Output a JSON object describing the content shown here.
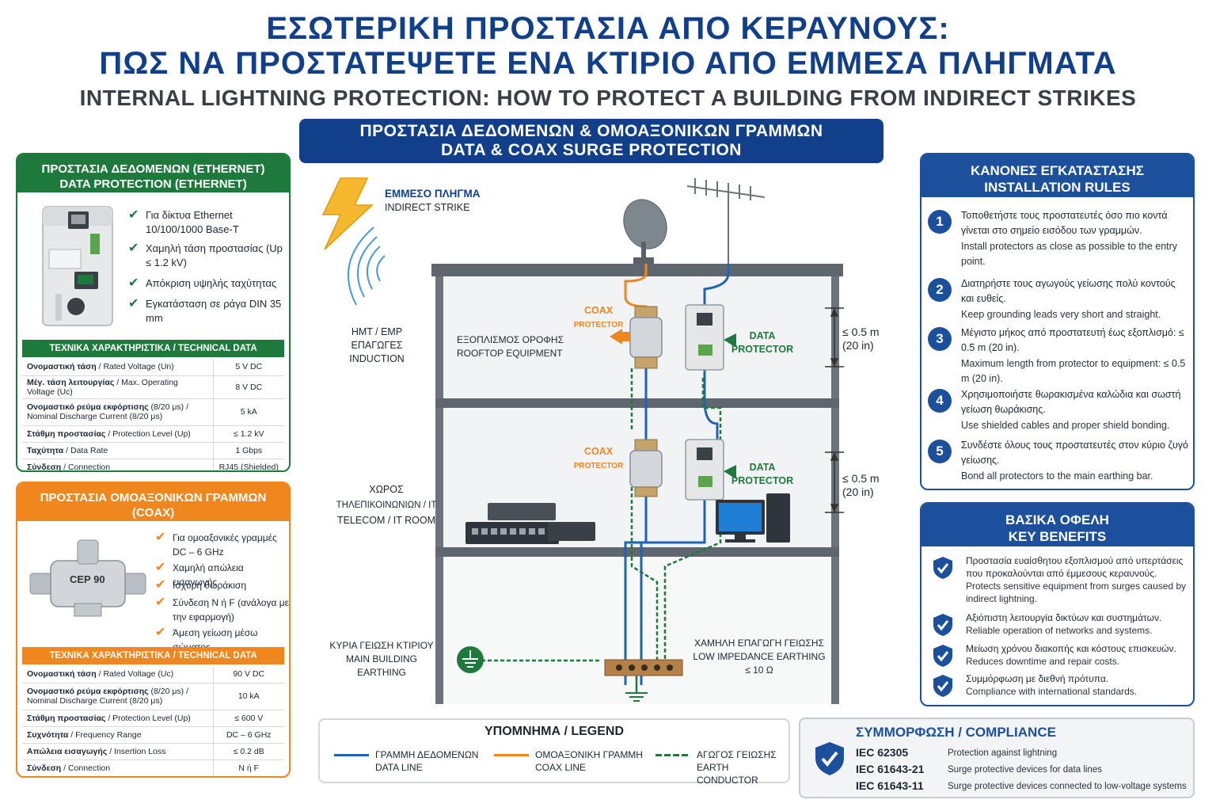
{
  "header": {
    "title_line1": "ΕΣΩΤΕΡΙΚΗ ΠΡΟΣΤΑΣΙΑ ΑΠΟ ΚΕΡΑΥΝΟΥΣ:",
    "title_line2": "ΠΩΣ ΝΑ ΠΡΟΣΤΑΤΕΨΕΤΕ ΕΝΑ ΚΤΙΡΙΟ ΑΠΟ ΕΜΜΕΣΑ ΠΛΗΓΜΑΤΑ",
    "title_en": "INTERNAL LIGHTNING PROTECTION: HOW TO PROTECT A BUILDING FROM INDIRECT STRIKES"
  },
  "banner": {
    "line1": "ΠΡΟΣΤΑΣΙΑ ΔΕΔΟΜΕΝΩΝ & ΟΜΟΑΞΟΝΙΚΩΝ ΓΡΑΜΜΩΝ",
    "line2": "DATA & COAX SURGE PROTECTION"
  },
  "ethernet": {
    "title_gr": "ΠΡΟΣΤΑΣΙΑ ΔΕΔΟΜΕΝΩΝ (ETHERNET)",
    "title_en": "DATA PROTECTION (ETHERNET)",
    "features": [
      "Για δίκτυα Ethernet 10/100/1000 Base-T",
      "Χαμηλή τάση προστασίας (Up ≤ 1.2 kV)",
      "Απόκριση υψηλής ταχύτητας",
      "Εγκατάσταση σε ράγα DIN 35 mm"
    ],
    "spec_title": "ΤΕΧΝΙΚΑ ΧΑΡΑΚΤΗΡΙΣΤΙΚΑ / TECHNICAL DATA",
    "specs": [
      {
        "gr": "Ονομαστική τάση",
        "en": " / Rated Voltage (Un)",
        "value": "5 V DC"
      },
      {
        "gr": "Μέγ. τάση λειτουργίας",
        "en": " / Max. Operating Voltage (Uc)",
        "value": "8 V DC"
      },
      {
        "gr": "Ονομαστικό ρεύμα εκφόρτισης",
        "en": " (8/20 μs) / Nominal Discharge Current (8/20 μs)",
        "value": "5 kA"
      },
      {
        "gr": "Στάθμη προστασίας",
        "en": " / Protection Level (Up)",
        "value": "≤ 1.2 kV"
      },
      {
        "gr": "Ταχύτητα",
        "en": " / Data Rate",
        "value": "1 Gbps"
      },
      {
        "gr": "Σύνδεση",
        "en": " / Connection",
        "value": "RJ45 (Shielded)"
      }
    ]
  },
  "coax": {
    "title_gr": "ΠΡΟΣΤΑΣΙΑ ΟΜΟΑΞΟΝΙΚΩΝ ΓΡΑΜΜΩΝ (COAX)",
    "title_en": "COAX PROTECTION",
    "device_label": "CEP 90",
    "features": [
      "Για ομοαξονικές γραμμές DC – 6 GHz",
      "Χαμηλή απώλεια εισαγωγής",
      "Ισχυρή θωράκιση",
      "Σύνδεση N ή F (ανάλογα με την εφαρμογή)",
      "Άμεση γείωση μέσω σώματος"
    ],
    "spec_title": "ΤΕΧΝΙΚΑ ΧΑΡΑΚΤΗΡΙΣΤΙΚΑ / TECHNICAL DATA",
    "specs": [
      {
        "gr": "Ονομαστική τάση",
        "en": " / Rated Voltage (Uc)",
        "value": "90 V DC"
      },
      {
        "gr": "Ονομαστικό ρεύμα εκφόρτισης",
        "en": " (8/20 μs) / Nominal Discharge Current (8/20 μs)",
        "value": "10 kA"
      },
      {
        "gr": "Στάθμη προστασίας",
        "en": " / Protection Level (Up)",
        "value": "≤ 600 V"
      },
      {
        "gr": "Συχνότητα",
        "en": " / Frequency Range",
        "value": "DC – 6 GHz"
      },
      {
        "gr": "Απώλεια εισαγωγής",
        "en": " / Insertion Loss",
        "value": "≤ 0.2 dB"
      },
      {
        "gr": "Σύνδεση",
        "en": " / Connection",
        "value": "N ή F"
      }
    ]
  },
  "rules": {
    "title_gr": "ΚΑΝΟΝΕΣ ΕΓΚΑΤΑΣΤΑΣΗΣ",
    "title_en": "INSTALLATION RULES",
    "items": [
      {
        "num": "1",
        "gr": "Τοποθετήστε τους προστατευτές όσο πιο κοντά γίνεται στο σημείο εισόδου των γραμμών.",
        "en": "Install protectors as close as possible to the entry point."
      },
      {
        "num": "2",
        "gr": "Διατηρήστε τους αγωγούς γείωσης πολύ κοντούς και ευθείς.",
        "en": "Keep grounding leads very short and straight."
      },
      {
        "num": "3",
        "gr": "Μέγιστο μήκος από προστατευτή έως εξοπλισμό: ≤ 0.5 m (20 in).",
        "en": "Maximum length from protector to equipment: ≤ 0.5 m (20 in)."
      },
      {
        "num": "4",
        "gr": "Χρησιμοποιήστε θωρακισμένα καλώδια και σωστή γείωση θωράκισης.",
        "en": "Use shielded cables and proper shield bonding."
      },
      {
        "num": "5",
        "gr": "Συνδέστε όλους τους προστατευτές στον κύριο ζυγό γείωσης.",
        "en": "Bond all protectors to the main earthing bar."
      }
    ]
  },
  "benefits": {
    "title_gr": "ΒΑΣΙΚΑ ΟΦΕΛΗ",
    "title_en": "KEY BENEFITS",
    "items": [
      {
        "gr": "Προστασία ευαίσθητου εξοπλισμού από υπερτάσεις που προκαλούνται από έμμεσους κεραυνούς.",
        "en": "Protects sensitive equipment from surges caused by indirect lightning."
      },
      {
        "gr": "Αξιόπιστη λειτουργία δικτύων και συστημάτων.",
        "en": "Reliable operation of networks and systems."
      },
      {
        "gr": "Μείωση χρόνου διακοπής και κόστους επισκευών.",
        "en": "Reduces downtime and repair costs."
      },
      {
        "gr": "Συμμόρφωση με διεθνή πρότυπα.",
        "en": "Compliance with international standards."
      }
    ]
  },
  "legend": {
    "title": "ΥΠΟΜΝΗΜΑ / LEGEND",
    "items": [
      {
        "gr": "ΓΡΑΜΜΗ ΔΕΔΟΜΕΝΩΝ",
        "en": "DATA LINE",
        "color": "#1f63b8"
      },
      {
        "gr": "ΟΜΟΑΞΟΝΙΚΗ ΓΡΑΜΜΗ",
        "en": "COAX LINE",
        "color": "#f0861e"
      },
      {
        "gr": "ΑΓΩΓΟΣ ΓΕΙΩΣΗΣ",
        "en": "EARTH CONDUCTOR",
        "color": "#1e7a3c"
      }
    ]
  },
  "compliance": {
    "title": "ΣΥΜΜΟΡΦΩΣΗ / COMPLIANCE",
    "items": [
      {
        "std": "IEC 62305",
        "desc": "Protection against lightning"
      },
      {
        "std": "IEC 61643-21",
        "desc": "Surge protective devices for data lines"
      },
      {
        "std": "IEC 61643-11",
        "desc": "Surge protective devices connected to low-voltage systems"
      }
    ]
  },
  "diagram": {
    "strike_gr": "ΕΜΜΕΣΟ ΠΛΗΓΜΑ",
    "strike_en": "INDIRECT STRIKE",
    "emp": [
      "ΗΜΤ / EMP",
      "ΕΠΑΓΩΓΕΣ",
      "INDUCTION"
    ],
    "rooftop_gr": "ΕΞΟΠΛΙΣΜΟΣ ΟΡΟΦΗΣ",
    "rooftop_en": "ROOFTOP EQUIPMENT",
    "coax_label": [
      "COAX",
      "PROTECTOR"
    ],
    "data_label": [
      "DATA",
      "PROTECTOR"
    ],
    "dist1": [
      "≤ 0.5 m",
      "(20 in)"
    ],
    "dist2": [
      "≤ 0.5 m",
      "(20 in)"
    ],
    "telecom": [
      "ΧΩΡΟΣ",
      "ΤΗΛΕΠΙΚΟΙΝΩΝΙΩΝ / IT",
      "TELECOM / IT ROOM"
    ],
    "earthing_gr": "ΚΥΡΙΑ ΓΕΙΩΣΗ ΚΤΙΡΙΟΥ",
    "earthing_en": "MAIN BUILDING EARTHING",
    "low_imp": [
      "ΧΑΜΗΛΗ ΕΠΑΓΩΓΗ ΓΕΙΩΣΗΣ",
      "LOW IMPEDANCE EARTHING",
      "≤ 10 Ω"
    ]
  }
}
